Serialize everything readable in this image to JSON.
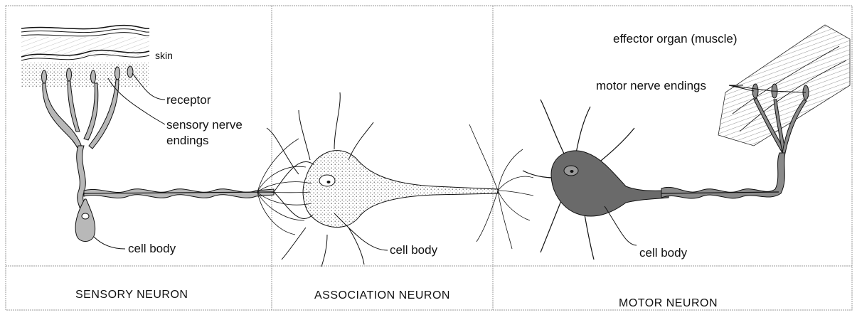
{
  "panels": {
    "sensory": {
      "title": "SENSORY NEURON",
      "labels": {
        "skin": "skin",
        "receptor": "receptor",
        "sensory_nerve_endings_line1": "sensory nerve",
        "sensory_nerve_endings_line2": "endings",
        "cell_body": "cell body"
      }
    },
    "association": {
      "title": "ASSOCIATION NEURON",
      "labels": {
        "cell_body": "cell body"
      }
    },
    "motor": {
      "title": "MOTOR NEURON",
      "labels": {
        "effector_organ": "effector organ (muscle)",
        "motor_nerve_endings": "motor nerve endings",
        "cell_body": "cell body"
      }
    }
  },
  "colors": {
    "ink": "#111111",
    "fill": "#b8b8b8",
    "dark_fill": "#6a6a6a",
    "border": "#9a9a9a"
  }
}
